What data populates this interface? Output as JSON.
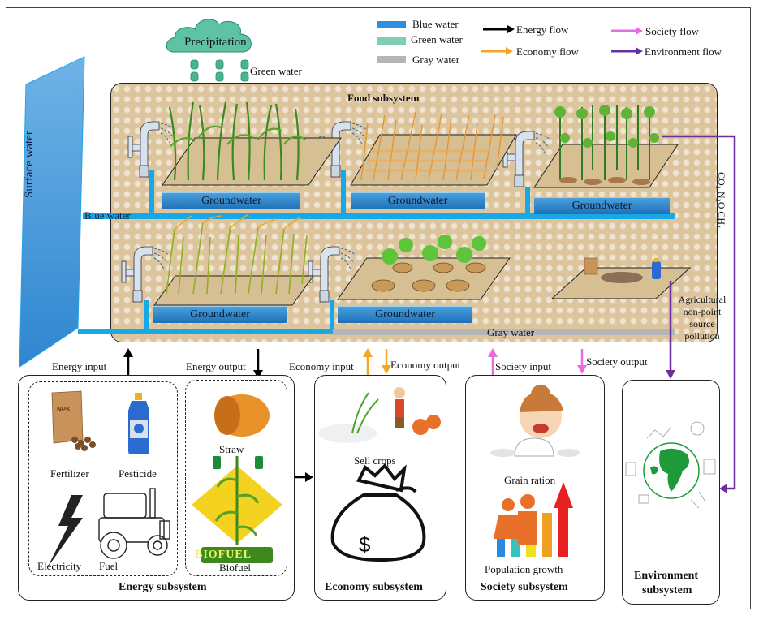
{
  "legend": {
    "water": [
      {
        "label": "Blue water",
        "color": "#2f8fdc"
      },
      {
        "label": "Green water",
        "color": "#7fcdb4"
      },
      {
        "label": "Gray water",
        "color": "#b5b5b5"
      }
    ],
    "flows": [
      {
        "label": "Energy flow",
        "color": "#000000"
      },
      {
        "label": "Economy flow",
        "color": "#f5a623"
      },
      {
        "label": "Society flow",
        "color": "#e86be0"
      },
      {
        "label": "Environment flow",
        "color": "#6b2fa0"
      }
    ]
  },
  "precipitation": {
    "label": "Precipitation",
    "green_water_label": "Green water"
  },
  "surface_water": {
    "label": "Surface water"
  },
  "food_subsystem": {
    "title": "Food subsystem",
    "blue_water_label": "Blue water",
    "gray_water_label": "Gray water",
    "groundwater_labels": [
      "Groundwater",
      "Groundwater",
      "Groundwater",
      "Groundwater",
      "Groundwater"
    ],
    "crops": [
      "maize-field",
      "wheat-field",
      "bean-field",
      "rice-field",
      "potato-field"
    ],
    "emissions_label": "CO₂ N₂O CH₄",
    "pollution_label": [
      "Agricultural",
      "non-point",
      "source",
      "pollution"
    ]
  },
  "flow_labels": {
    "energy_input": "Energy input",
    "energy_output": "Energy output",
    "economy_input": "Economy input",
    "economy_output": "Economy output",
    "society_input": "Society input",
    "society_output": "Society output"
  },
  "energy_subsystem": {
    "title": "Energy subsystem",
    "inputs": [
      "Fertilizer",
      "Pesticide",
      "Electricity",
      "Fuel"
    ],
    "outputs": [
      "Straw",
      "Biofuel"
    ],
    "biofuel_badge": "BIOFUEL",
    "npk_label": "NPK"
  },
  "economy_subsystem": {
    "title": "Economy subsystem",
    "items": [
      "Sell crops"
    ],
    "currency_symbol": "$"
  },
  "society_subsystem": {
    "title": "Society subsystem",
    "items": [
      "Grain ration",
      "Population growth"
    ]
  },
  "environment_subsystem": {
    "title_line1": "Environment",
    "title_line2": "subsystem"
  }
}
